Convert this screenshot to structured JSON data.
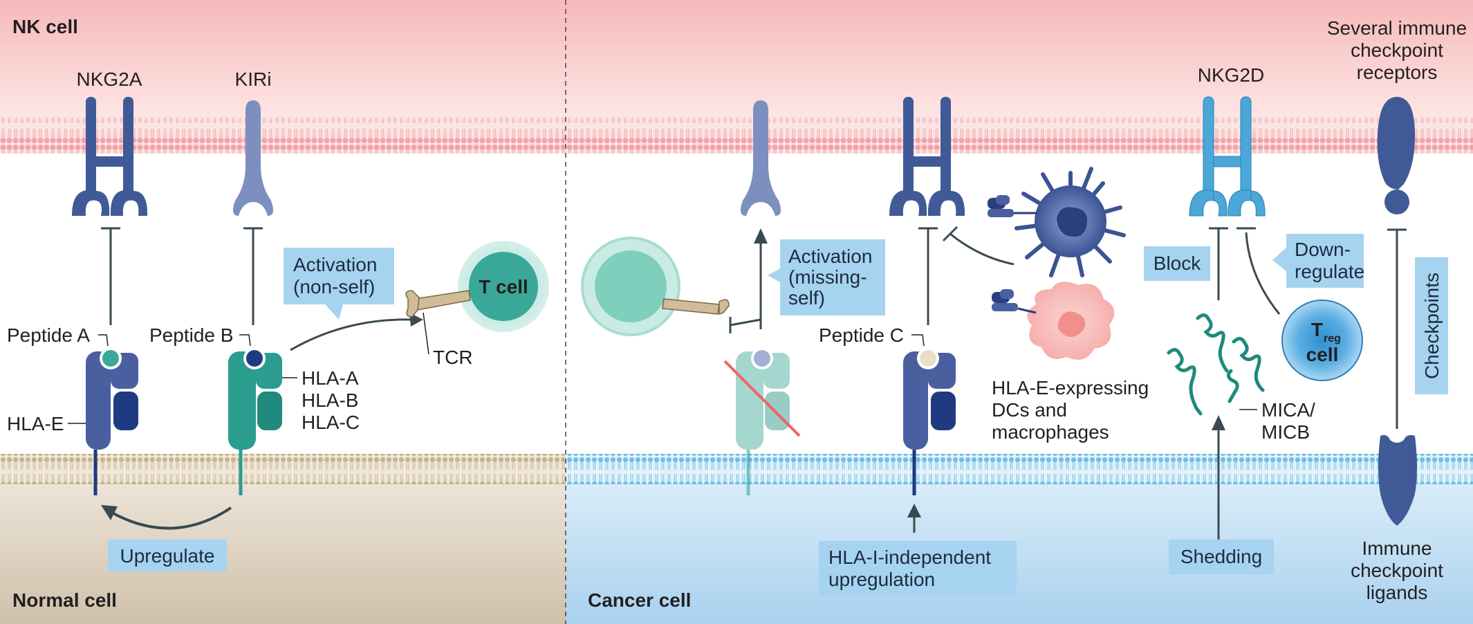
{
  "colors": {
    "nk_bg": "#f7c6c6",
    "normal_bg": "#ddd2c2",
    "cancer_bg": "#bcdcf1",
    "receptor_blue": "#3f5a96",
    "receptor_light": "#8fa0c8",
    "hla_green": "#2a9d8f",
    "nkg2d_cyan": "#4aa7d8",
    "callout": "#a6d3ef",
    "arrow": "#3a4a52"
  },
  "sections": {
    "nk_cell": "NK cell",
    "normal_cell": "Normal cell",
    "cancer_cell": "Cancer cell"
  },
  "receptors": {
    "nkg2a": "NKG2A",
    "kiri": "KIRi",
    "nkg2d": "NKG2D",
    "checkpoint_receptors": [
      "Several immune",
      "checkpoint",
      "receptors"
    ],
    "checkpoint_ligands": [
      "Immune",
      "checkpoint",
      "ligands"
    ]
  },
  "peptides": {
    "a": "Peptide A",
    "b": "Peptide B",
    "c": "Peptide C"
  },
  "molecules": {
    "hla_e": "HLA-E",
    "hla_abc": [
      "HLA-A",
      "HLA-B",
      "HLA-C"
    ],
    "tcr": "TCR",
    "mica": [
      "MICA/",
      "MICB"
    ],
    "hla_e_cells": [
      "HLA-E-expressing",
      "DCs and",
      "macrophages"
    ]
  },
  "cells": {
    "t_cell": "T cell",
    "treg_main": "T",
    "treg_sub": "reg",
    "treg_cell": "cell"
  },
  "callouts": {
    "activation_nonself": [
      "Activation",
      "(non-self)"
    ],
    "activation_missing": [
      "Activation",
      "(missing-",
      "self)"
    ],
    "upregulate": "Upregulate",
    "hla_independent": [
      "HLA-I-independent",
      "upregulation"
    ],
    "block": "Block",
    "downregulate": [
      "Down-",
      "regulate"
    ],
    "shedding": "Shedding",
    "checkpoints": "Checkpoints"
  }
}
